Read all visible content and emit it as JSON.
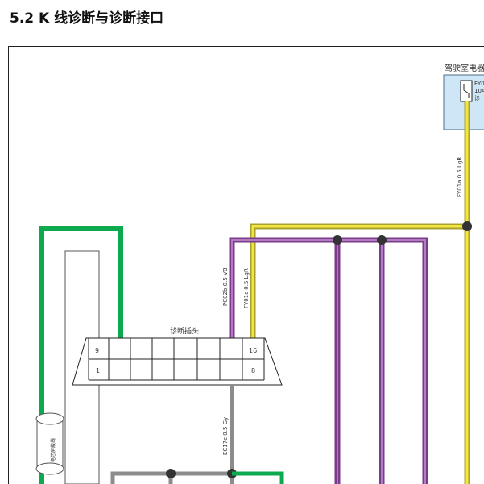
{
  "section": {
    "number": "5.2",
    "title": "K 线诊断与诊断接口"
  },
  "components": {
    "fuse_box_label": "驾驶室电器",
    "fuse_id": "FY0",
    "fuse_rating": "10A",
    "fuse_desc": "诊",
    "diag_plug_label": "诊断插头",
    "shield_label": "电芯屏蔽线"
  },
  "pins": {
    "top_left": "9",
    "top_right": "16",
    "bottom_left": "1",
    "bottom_right": "8"
  },
  "wires": {
    "fy01a": "FY01a 0.5 LgR",
    "pc02b": "PC02b 0.5 VB",
    "fy01c": "FY01c 0.5 LgR",
    "ec17c": "EC17c 0.5 Gy"
  },
  "colors": {
    "green": "#0da94f",
    "purple": "#7b3a8a",
    "purple_core": "#b07ec0",
    "yellow_outer": "#a7a22f",
    "yellow_core": "#f3e640",
    "gray": "#8c8c8c",
    "fuse_fill": "#cfe6f7"
  }
}
